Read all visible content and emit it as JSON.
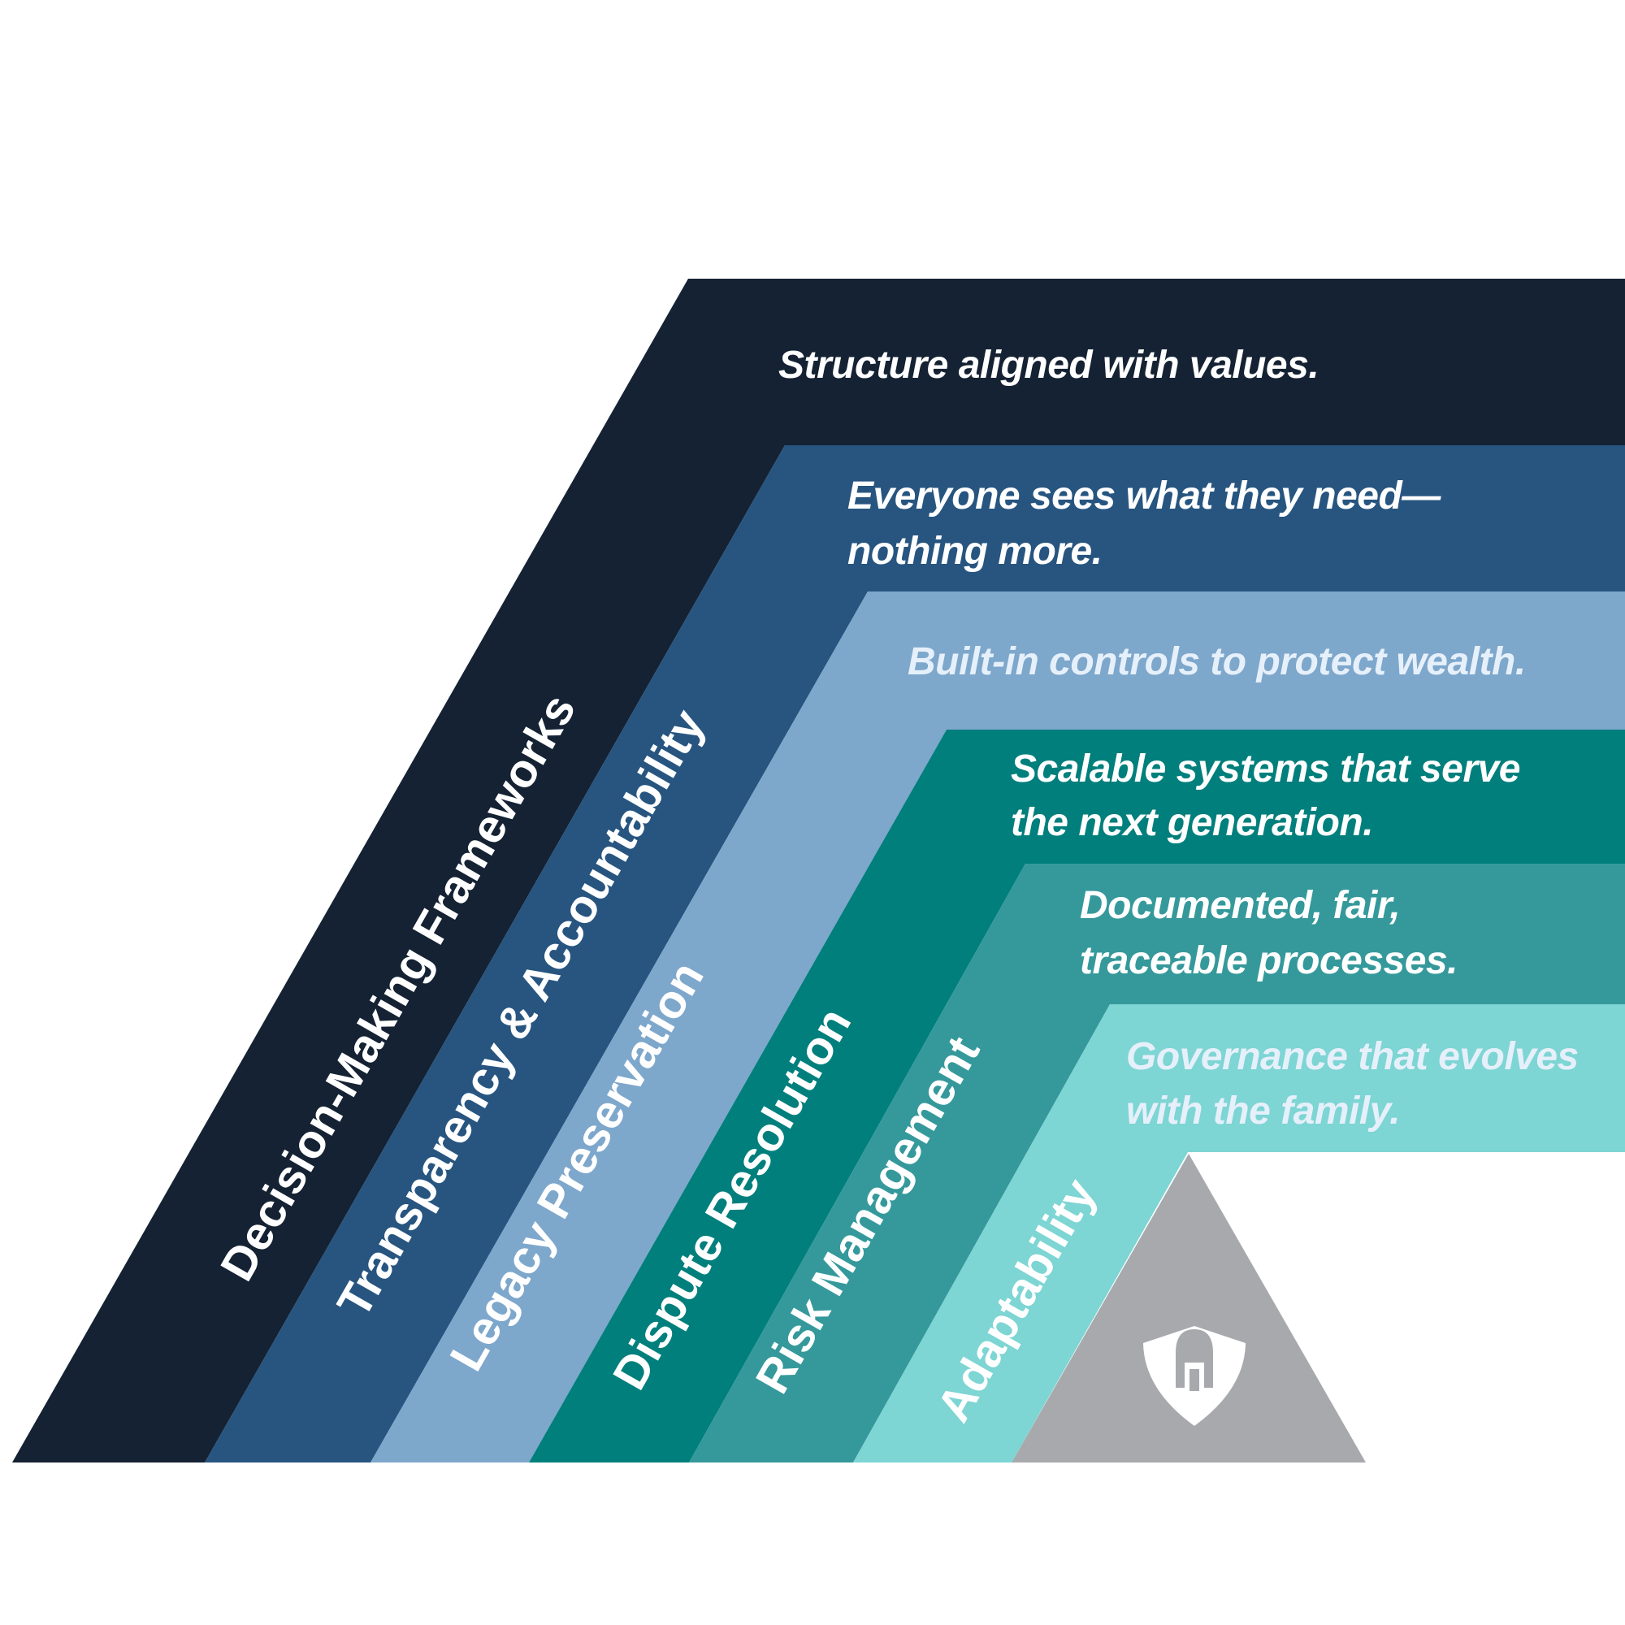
{
  "colors": {
    "band_1": "#142233",
    "band_2": "#275580",
    "band_3": "#7ea7cc",
    "band_4": "#007f7c",
    "band_5": "#35999b",
    "band_6": "#7dd5d4",
    "apex": "#a8a9ad",
    "text_light": "#ffffff",
    "text_pale": "#e6f0fa"
  },
  "pillars": [
    {
      "name": "Decision-Making Frameworks",
      "descriptor": [
        "Structure aligned with values."
      ]
    },
    {
      "name": "Transparency & Accountability",
      "descriptor": [
        "Everyone sees what they need—",
        "nothing more."
      ]
    },
    {
      "name": "Legacy Preservation",
      "descriptor": [
        "Built-in controls to protect wealth."
      ]
    },
    {
      "name": "Dispute Resolution",
      "descriptor": [
        "Scalable systems that serve",
        "the next generation."
      ]
    },
    {
      "name": "Risk Management",
      "descriptor": [
        "Documented, fair,",
        "traceable processes."
      ]
    },
    {
      "name": "Adaptability",
      "descriptor": [
        "Governance that evolves",
        "with the family."
      ]
    }
  ],
  "apex": {
    "icon": "shield-helmet-icon"
  }
}
